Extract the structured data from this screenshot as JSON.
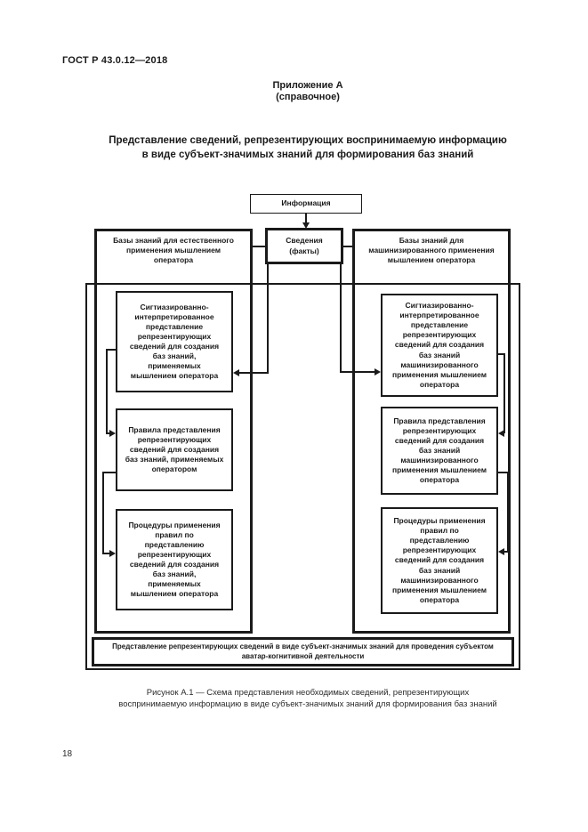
{
  "page": {
    "standard_ref": "ГОСТ Р 43.0.12—2018",
    "annex": "Приложение А\n(справочное)",
    "title": "Представление сведений, репрезентирующих воспринимаемую информацию\nв виде субъект-значимых знаний для формирования баз знаний",
    "figure_caption": "Рисунок А.1 — Схема представления необходимых сведений, репрезентирующих\nвоспринимаемую информацию в виде субъект-значимых знаний для формирования баз знаний",
    "page_number": "18"
  },
  "diagram": {
    "info_box": "Информация",
    "facts_box": "Сведения\n(факты)",
    "left_column": {
      "header": "Базы знаний для естественного\nприменения мышлением\nоператора",
      "box1": "Сигтиазированно-\nинтерпретированное\nпредставление\nрепрезентирующих\nсведений для создания\nбаз знаний,\nприменяемых\nмышлением оператора",
      "box2": "Правила представления\nрепрезентирующих\nсведений для создания\nбаз знаний, применяемых\nоператором",
      "box3": "Процедуры применения\nправил по\nпредставлению\nрепрезентирующих\nсведений для создания\nбаз знаний,\nприменяемых\nмышлением оператора"
    },
    "right_column": {
      "header": "Базы знаний для\nмашинизированного применения\nмышлением оператора",
      "box1": "Сигтиазированно-\nинтерпретированное\nпредставление\nрепрезентирующих\nсведений для создания\nбаз знаний\nмашинизированного\nприменения мышлением\nоператора",
      "box2": "Правила представления\nрепрезентирующих\nсведений для создания\nбаз знаний\nмашинизированного\nприменения мышлением\nоператора",
      "box3": "Процедуры применения\nправил по\nпредставлению\nрепрезентирующих\nсведений для создания\nбаз знаний\nмашинизированного\nприменения мышлением\nоператора"
    },
    "bottom_box": "Представление репрезентирующих сведений в виде субъект-значимых знаний для проведения субъектом\nаватар-когнитивной деятельности",
    "colors": {
      "line": "#1a1a1a",
      "text": "#1a1a1a",
      "background": "#ffffff"
    }
  }
}
